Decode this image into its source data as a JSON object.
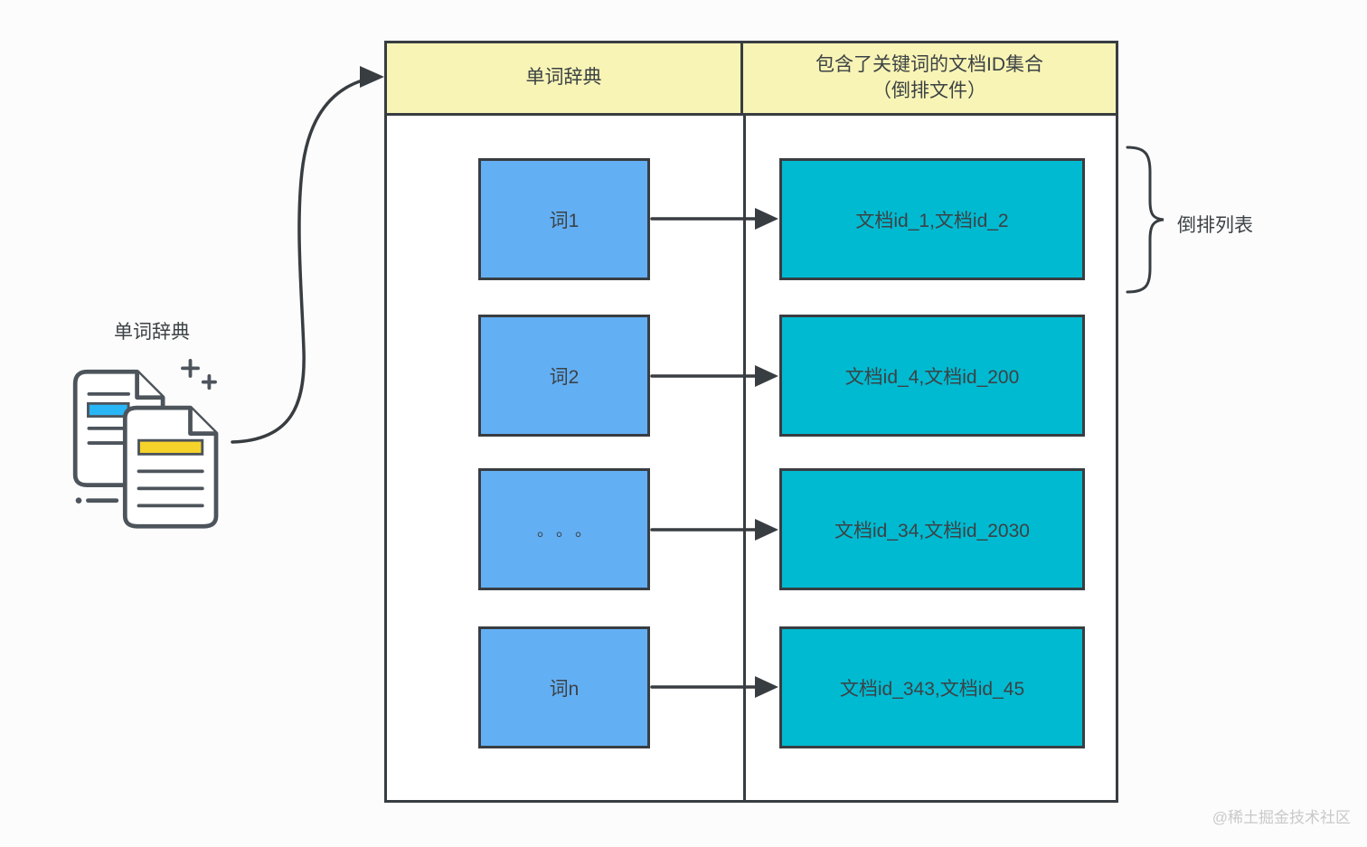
{
  "colors": {
    "header_bg": "#F8F4B5",
    "word_box_bg": "#63AFF4",
    "posting_box_bg": "#00BAD1",
    "border_dark": "#383D41",
    "text_dark": "#3C4245",
    "watermark_gray": "#C9C9C9",
    "icon_blue": "#29B6F6",
    "icon_yellow": "#F6D32B"
  },
  "table": {
    "header": {
      "col1": "单词辞典",
      "col2_line1": "包含了关键词的文档ID集合",
      "col2_line2": "（倒排文件）"
    },
    "rows": [
      {
        "word": "词1",
        "docs": "文档id_1,文档id_2"
      },
      {
        "word": "词2",
        "docs": "文档id_4,文档id_200"
      },
      {
        "word": "。。。",
        "docs": "文档id_34,文档id_2030"
      },
      {
        "word": "词n",
        "docs": "文档id_343,文档id_45"
      }
    ]
  },
  "annotations": {
    "dictionary_label": "单词辞典",
    "inverted_list_label": "倒排列表",
    "watermark": "@稀土掘金技术社区"
  },
  "icons": {
    "documents_icon": "two overlapping documents with highlighted lines and plus sparkles"
  }
}
